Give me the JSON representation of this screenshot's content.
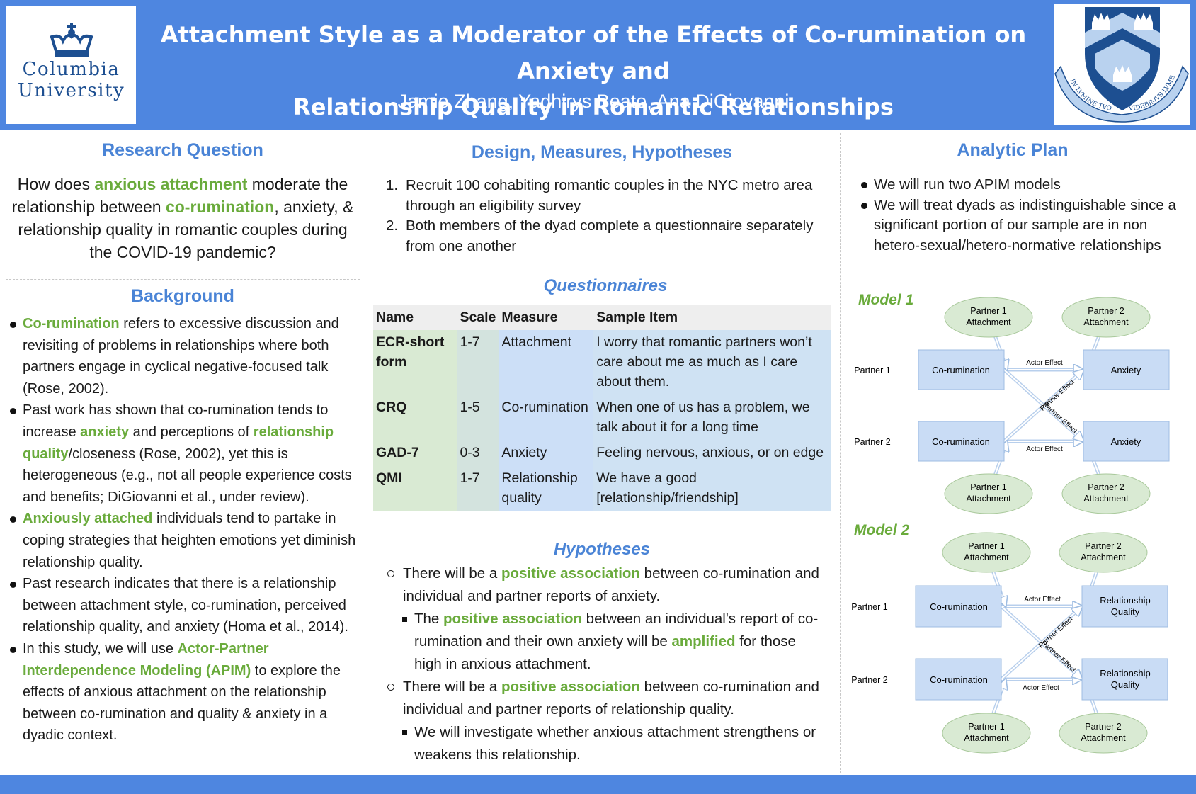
{
  "header": {
    "title_line1": "Attachment Style as a Moderator of the Effects of Co-rumination on Anxiety and",
    "title_line2": "Relationship Quality in Romantic Relationships",
    "authors": "Jamie Zhang, Yadhirys Beato, Ana DiGiovanni",
    "logo_left_line1": "Columbia",
    "logo_left_line2": "University",
    "seal_motto_left": "IN LVMINE TVO",
    "seal_motto_right": "VIDEBIMVS LVMEN"
  },
  "research_question": {
    "heading": "Research Question",
    "t1": "How does ",
    "t2": "anxious attachment",
    "t3": " moderate the relationship between ",
    "t4": "co-rumination",
    "t5": ", anxiety, & relationship quality in romantic couples during the COVID-19 pandemic?"
  },
  "background": {
    "heading": "Background",
    "b1_g": "Co-rumination",
    "b1_t": " refers to excessive discussion and revisiting of problems in relationships where both partners engage in cyclical negative-focused talk (Rose, 2002).",
    "b2_t1": "Past work has shown that co-rumination tends to increase ",
    "b2_g1": "anxiety",
    "b2_t2": " and perceptions of ",
    "b2_g2": "relationship quality",
    "b2_t3": "/closeness (Rose, 2002), yet this is heterogeneous (e.g., not all people experience costs and benefits; DiGiovanni et al., under review).",
    "b3_g": "Anxiously attached",
    "b3_t": " individuals tend to partake in coping strategies that heighten emotions yet diminish relationship quality.",
    "b4_t": "Past research indicates that there is a relationship between attachment style, co-rumination, perceived relationship quality, and anxiety (Homa et al., 2014).",
    "b5_t1": "In this study, we will use ",
    "b5_g": "Actor-Partner Interdependence Modeling (APIM)",
    "b5_t2": " to explore the effects of anxious attachment on the relationship between co-rumination and quality & anxiety in a dyadic context."
  },
  "design": {
    "heading": "Design, Measures, Hypotheses",
    "items": [
      {
        "num": "1.",
        "text": "Recruit 100 cohabiting romantic couples in the NYC metro area through an eligibility survey"
      },
      {
        "num": "2.",
        "text": "Both members of the dyad complete a questionnaire separately from one another"
      }
    ]
  },
  "questionnaires": {
    "heading": "Questionnaires",
    "columns": [
      "Name",
      "Scale",
      "Measure",
      "Sample Item"
    ],
    "rows": [
      {
        "name": "ECR-short form",
        "scale": "1-7",
        "measure": "Attachment",
        "item": "I worry that romantic partners won’t care about me as much as I care about them."
      },
      {
        "name": "CRQ",
        "scale": "1-5",
        "measure": "Co-rumination",
        "item": "When one of us has a problem, we talk about it for a long time"
      },
      {
        "name": "GAD-7",
        "scale": "0-3",
        "measure": "Anxiety",
        "item": "Feeling nervous, anxious, or on edge"
      },
      {
        "name": "QMI",
        "scale": "1-7",
        "measure": "Relationship quality",
        "item": "We have a good [relationship/friendship]"
      }
    ]
  },
  "hypotheses": {
    "heading": "Hypotheses",
    "h1_t1": "There will be a ",
    "h1_g": "positive association",
    "h1_t2": " between co-rumination and individual and partner reports of anxiety.",
    "h1a_t1": "The ",
    "h1a_g1": "positive association",
    "h1a_t2": " between an individual's report of co-rumination and their own anxiety will be ",
    "h1a_g2": "amplified",
    "h1a_t3": " for those high in anxious attachment.",
    "h2_t1": "There will be a ",
    "h2_g": "positive association",
    "h2_t2": " between co-rumination and individual and partner reports of relationship quality.",
    "h2a_t": "We will investigate whether anxious attachment strengthens or weakens this relationship."
  },
  "analytic_plan": {
    "heading": "Analytic Plan",
    "items": [
      "We will run two APIM models",
      "We will treat dyads as indistinguishable since a significant portion of our sample are in non hetero-sexual/hetero-normative relationships"
    ]
  },
  "model1": {
    "label": "Model 1",
    "p1_att_a": "Partner 1",
    "p1_att_b": "Attachment",
    "p2_att_a": "Partner 2",
    "p2_att_b": "Attachment",
    "partner1": "Partner 1",
    "partner2": "Partner 2",
    "corum": "Co-rumination",
    "outcome_a": "Anxiety",
    "outcome_b": "",
    "actor_effect": "Actor Effect",
    "partner_effect": "Partner Effect"
  },
  "model2": {
    "label": "Model 2",
    "p1_att_a": "Partner 1",
    "p1_att_b": "Attachment",
    "p2_att_a": "Partner 2",
    "p2_att_b": "Attachment",
    "partner1": "Partner 1",
    "partner2": "Partner 2",
    "corum": "Co-rumination",
    "outcome_a": "Relationship",
    "outcome_b": "Quality",
    "actor_effect": "Actor Effect",
    "partner_effect": "Partner Effect"
  },
  "colors": {
    "banner": "#4e86e0",
    "heading_blue": "#4a84d6",
    "accent_green": "#6aab3c",
    "node_blue": "#c9dcf5",
    "node_green": "#d9ead3"
  }
}
